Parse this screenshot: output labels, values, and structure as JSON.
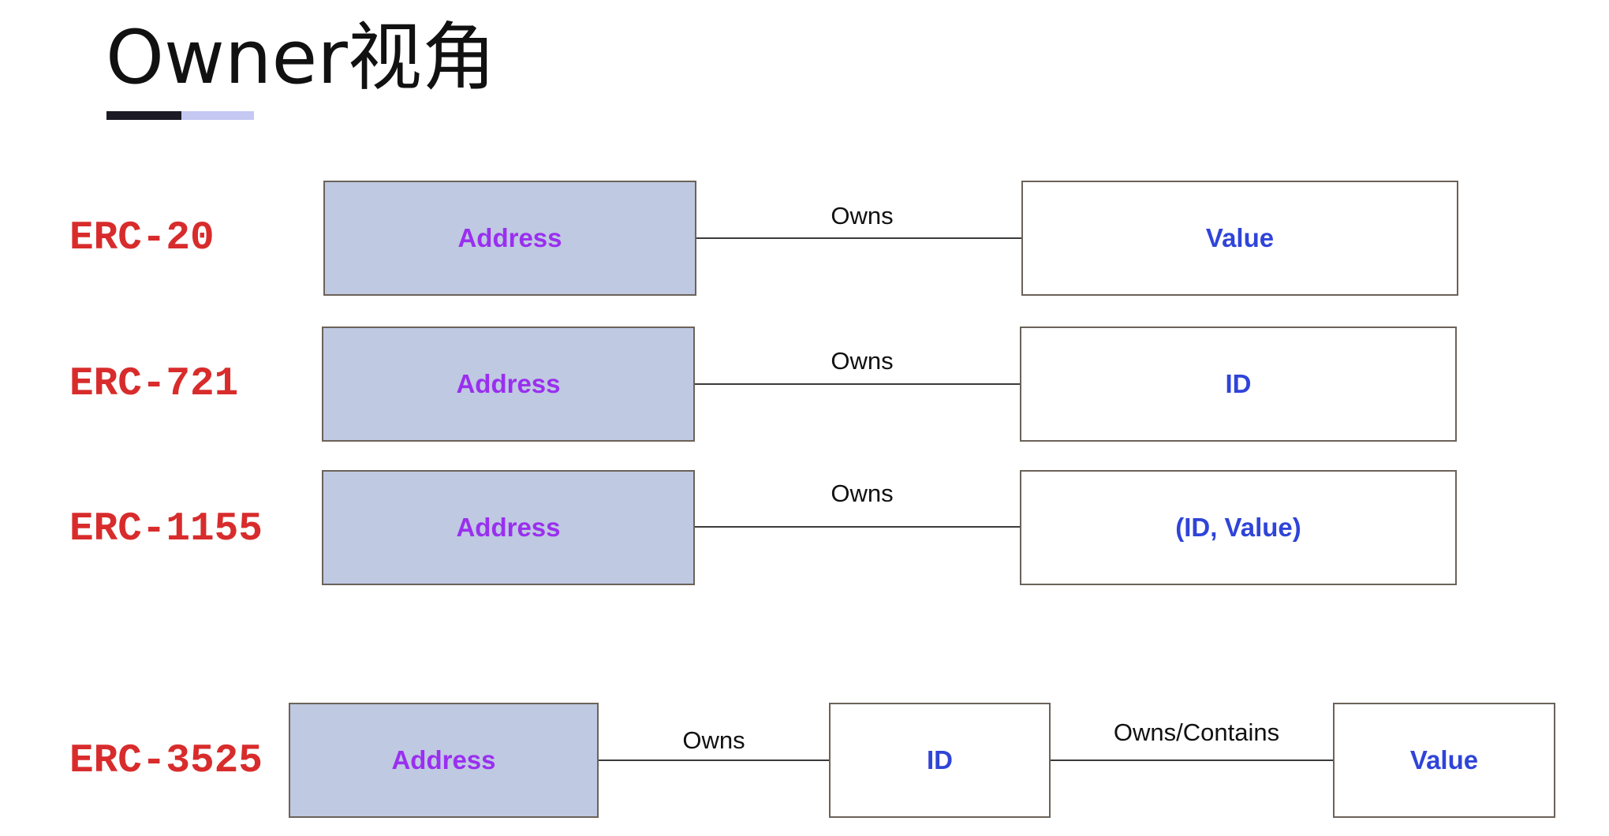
{
  "slide": {
    "title": "Owner视角"
  },
  "rows": [
    {
      "label": "ERC-20",
      "from": "Address",
      "relation": "Owns",
      "to": "Value"
    },
    {
      "label": "ERC-721",
      "from": "Address",
      "relation": "Owns",
      "to": "ID"
    },
    {
      "label": "ERC-1155",
      "from": "Address",
      "relation": "Owns",
      "to": "(ID, Value)"
    },
    {
      "label": "ERC-3525",
      "from": "Address",
      "relation": "Owns",
      "middle": "ID",
      "relation2": "Owns/Contains",
      "to": "Value"
    }
  ],
  "colors": {
    "label_red": "#d82c2c",
    "address_text": "#9a2ff0",
    "address_fill": "#bfc9e1",
    "value_text": "#2f44d8",
    "box_border": "#6b6259",
    "underline_dark": "#1c1a24",
    "underline_light": "#c4c8f2"
  }
}
